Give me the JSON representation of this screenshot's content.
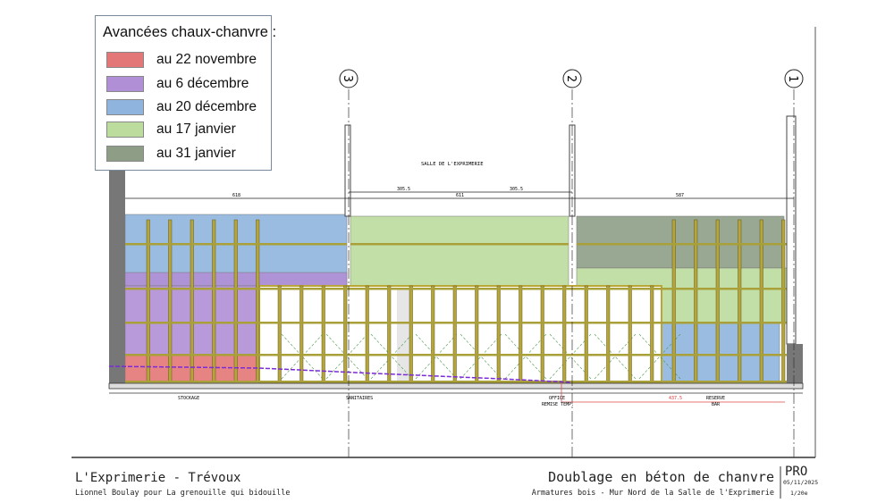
{
  "legend": {
    "title": "Avancées chaux-chanvre :",
    "items": [
      {
        "label": "au 22 novembre",
        "color": "#e37777"
      },
      {
        "label": "au 6 décembre",
        "color": "#b08fd6"
      },
      {
        "label": "au 20 décembre",
        "color": "#8fb5de"
      },
      {
        "label": "au 17 janvier",
        "color": "#bcdc9e"
      },
      {
        "label": "au 31 janvier",
        "color": "#8e9e86"
      }
    ]
  },
  "drawing": {
    "room_title": "SALLE DE L'EXPRIMERIE",
    "axes": [
      "3",
      "2",
      "1"
    ],
    "dimensions": {
      "overall": [
        "618",
        "611",
        "587"
      ],
      "half": [
        "305.5",
        "305.5"
      ],
      "red_dim": "437.5"
    },
    "rooms": {
      "stockage": "STOCKAGE",
      "sanitaires": "SANITAIRES",
      "office": "OFFICE",
      "remise": "REMISE TEMP.",
      "reserve": "RESERVE",
      "bar": "BAR"
    }
  },
  "title_block": {
    "project": "L'Exprimerie - Trévoux",
    "author": "Lionnel Boulay pour La grenouille qui bidouille",
    "drawing_title": "Doublage en béton de chanvre",
    "subtitle": "Armatures bois - Mur Nord de la Salle de l'Exprimerie",
    "phase": "PRO",
    "date": "05/11/2025",
    "scale": "1/20e"
  }
}
